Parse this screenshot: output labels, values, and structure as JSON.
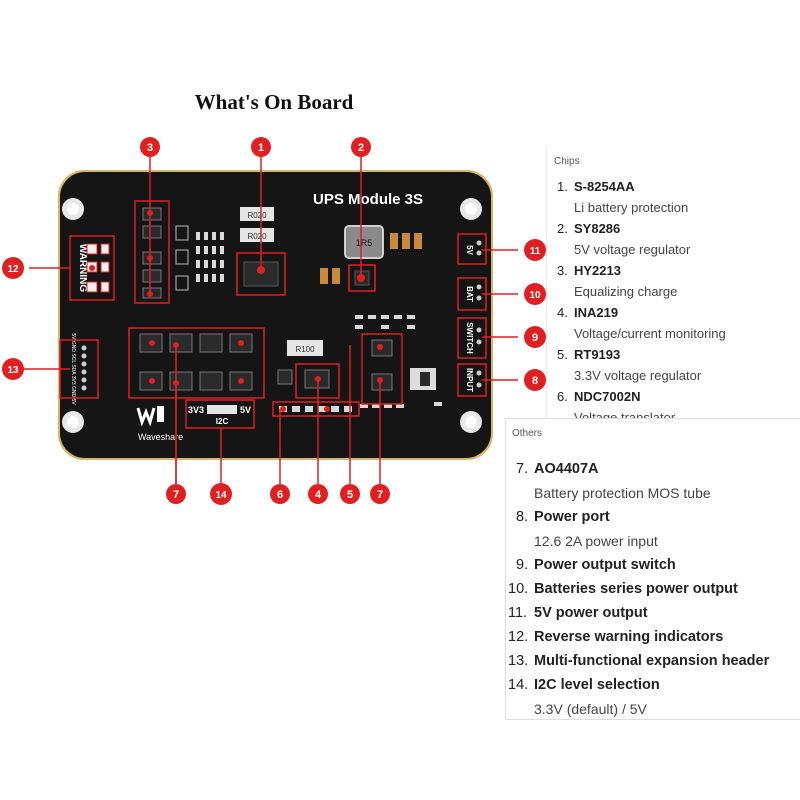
{
  "title": "What's On Board",
  "board": {
    "name": "UPS Module 3S",
    "brand": "Waveshare",
    "labels": {
      "warning": "WARNING",
      "out5v": "5V",
      "bat": "BAT",
      "switch": "SWITCH",
      "input": "INPUT",
      "i2c": "I2C",
      "v33": "3V3",
      "v5": "5V",
      "r100": "R100",
      "r020a": "R020",
      "r020b": "R020",
      "inductor": "1R5"
    },
    "header_pins": "5V GND SCL SDA 3V3 GND 5V"
  },
  "markers": [
    "1",
    "2",
    "3",
    "4",
    "5",
    "6",
    "7",
    "7",
    "8",
    "9",
    "10",
    "11",
    "12",
    "13",
    "14"
  ],
  "chips": {
    "heading": "Chips",
    "items": [
      {
        "num": "1.",
        "name": "S-8254AA",
        "desc": "Li battery protection"
      },
      {
        "num": "2.",
        "name": "SY8286",
        "desc": "5V voltage regulator"
      },
      {
        "num": "3.",
        "name": "HY2213",
        "desc": "Equalizing charge"
      },
      {
        "num": "4.",
        "name": "INA219",
        "desc": "Voltage/current monitoring"
      },
      {
        "num": "5.",
        "name": "RT9193",
        "desc": "3.3V voltage regulator"
      },
      {
        "num": "6.",
        "name": "NDC7002N",
        "desc": "Voltage translator"
      }
    ]
  },
  "others": {
    "heading": "Others",
    "items": [
      {
        "num": "7.",
        "name": "AO4407A",
        "desc": "Battery protection MOS tube"
      },
      {
        "num": "8.",
        "name": "Power port",
        "desc": "12.6 2A power input"
      },
      {
        "num": "9.",
        "name": "Power output switch",
        "desc": ""
      },
      {
        "num": "10.",
        "name": "Batteries series power output",
        "desc": ""
      },
      {
        "num": "11.",
        "name": "5V power output",
        "desc": ""
      },
      {
        "num": "12.",
        "name": "Reverse warning indicators",
        "desc": ""
      },
      {
        "num": "13.",
        "name": "Multi-functional expansion header",
        "desc": ""
      },
      {
        "num": "14.",
        "name": "I2C level selection",
        "desc": "3.3V (default) / 5V"
      }
    ]
  },
  "colors": {
    "board": "#151515",
    "edge": "#d9b46a",
    "marker": "#e02020",
    "silk": "#ffffff",
    "chip": "#2a2a2a"
  }
}
